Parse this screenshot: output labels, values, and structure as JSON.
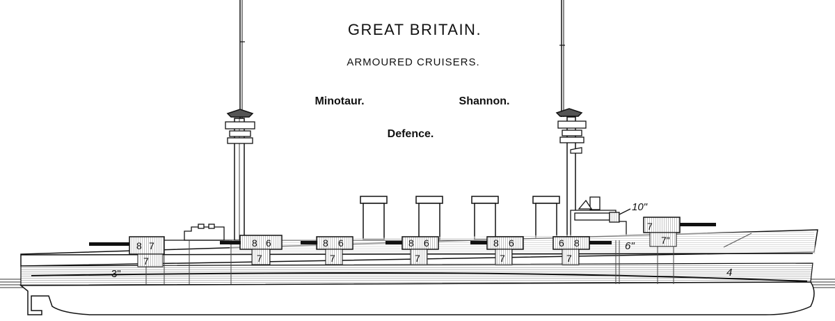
{
  "header": {
    "country": "GREAT BRITAIN.",
    "ship_type": "ARMOURED CRUISERS.",
    "ships": [
      "Minotaur.",
      "Shannon.",
      "Defence."
    ]
  },
  "armour_labels": {
    "belt_forward": "3\"",
    "belt_aft": "4",
    "citadel": "6\"",
    "conning_tower": "10\""
  },
  "turrets": [
    {
      "id": "forward-barbette",
      "labels": [
        "8",
        "7"
      ],
      "base": "7"
    },
    {
      "id": "wing-port-1",
      "labels": [
        "8",
        "6"
      ],
      "base": "7"
    },
    {
      "id": "wing-port-2",
      "labels": [
        "8",
        "6"
      ],
      "base": "7"
    },
    {
      "id": "wing-port-3",
      "labels": [
        "8",
        "6"
      ],
      "base": "7"
    },
    {
      "id": "wing-port-4",
      "labels": [
        "8",
        "6"
      ],
      "base": "7"
    },
    {
      "id": "wing-port-5",
      "labels": [
        "6",
        "8"
      ],
      "base": "7"
    },
    {
      "id": "aft-barbette",
      "labels": [
        "7"
      ],
      "base": "7\""
    }
  ],
  "colors": {
    "ink": "#111111",
    "shade": "#bdbdbd",
    "paper": "#ffffff"
  }
}
